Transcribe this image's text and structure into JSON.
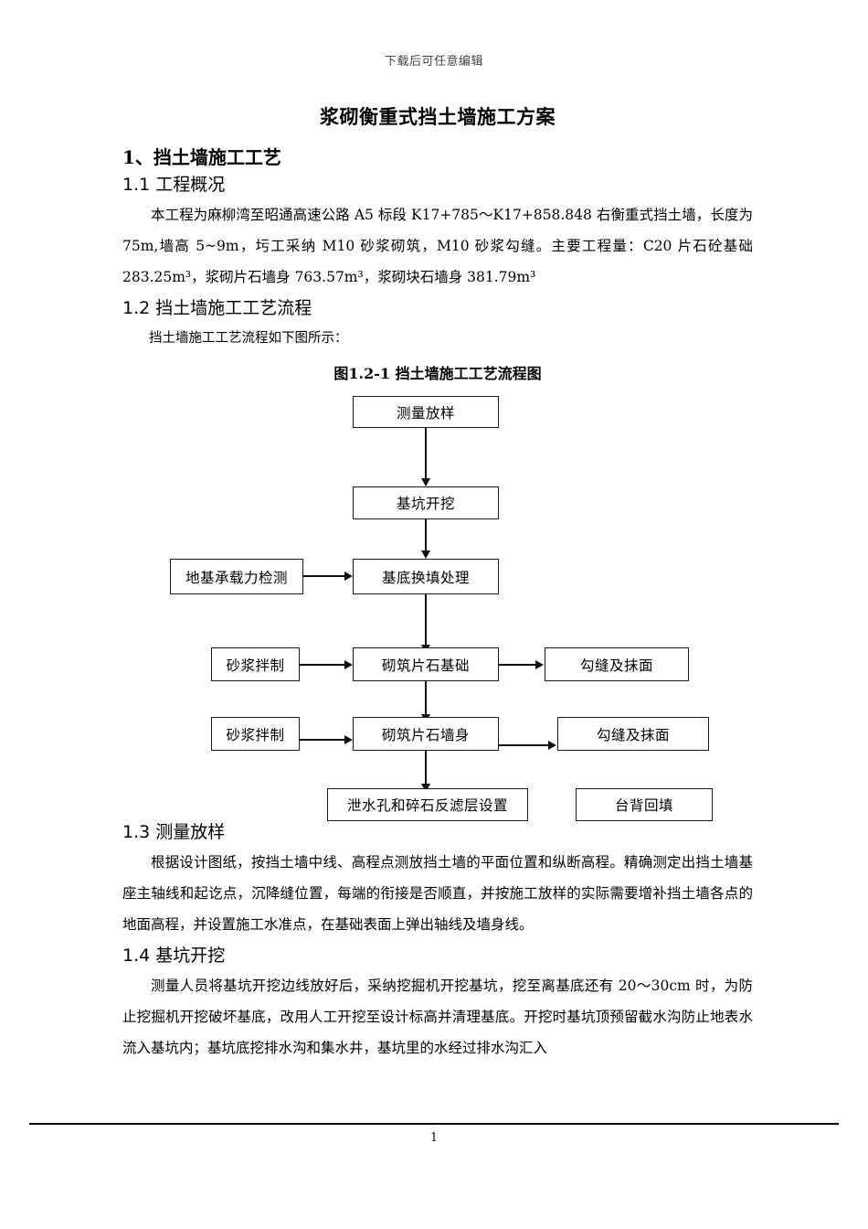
{
  "header": {
    "running_text": "下载后可任意编辑"
  },
  "document": {
    "title": "浆砌衡重式挡土墙施工方案",
    "section1_heading": "1、挡土墙施工工艺",
    "section_1_1_heading": "1.1 工程概况",
    "section_1_1_paragraph": "本工程为麻柳湾至昭通高速公路 A5 标段 K17+785～K17+858.848 右衡重式挡土墙，长度为 75m,墙高 5~9m，圬工采纳 M10 砂浆砌筑，M10 砂浆勾缝。主要工程量：C20 片石砼基础 283.25m³，浆砌片石墙身 763.57m³，浆砌块石墙身 381.79m³",
    "section_1_2_heading": "1.2 挡土墙施工工艺流程",
    "section_1_2_note": "挡土墙施工工艺流程如下图所示：",
    "figure_caption": "图1.2-1 挡土墙施工工艺流程图",
    "section_1_3_heading": "1.3 测量放样",
    "section_1_3_paragraph": "根据设计图纸，按挡土墙中线、高程点测放挡土墙的平面位置和纵断高程。精确测定出挡土墙基座主轴线和起讫点，沉降缝位置，每端的衔接是否顺直，并按施工放样的实际需要增补挡土墙各点的地面高程，并设置施工水准点，在基础表面上弹出轴线及墙身线。",
    "section_1_4_heading": "1.4 基坑开挖",
    "section_1_4_paragraph": "测量人员将基坑开挖边线放好后，采纳挖掘机开挖基坑，挖至离基底还有 20～30cm 时，为防止挖掘机开挖破坏基底，改用人工开挖至设计标高并清理基底。开挖时基坑顶预留截水沟防止地表水流入基坑内；基坑底挖排水沟和集水井，基坑里的水经过排水沟汇入"
  },
  "flowchart": {
    "nodes": {
      "survey": "测量放样",
      "excavation": "基坑开挖",
      "bearing_test": "地基承载力检测",
      "base_replacement": "基底换填处理",
      "mortar_mix_1": "砂浆拌制",
      "rubble_foundation": "砌筑片石基础",
      "pointing_plaster_1": "勾缝及抹面",
      "mortar_mix_2": "砂浆拌制",
      "rubble_wall": "砌筑片石墙身",
      "pointing_plaster_2": "勾缝及抹面",
      "weep_hole_filter": "泄水孔和碎石反滤层设置",
      "backfill": "台背回填"
    }
  },
  "footer": {
    "page_number": "1"
  }
}
